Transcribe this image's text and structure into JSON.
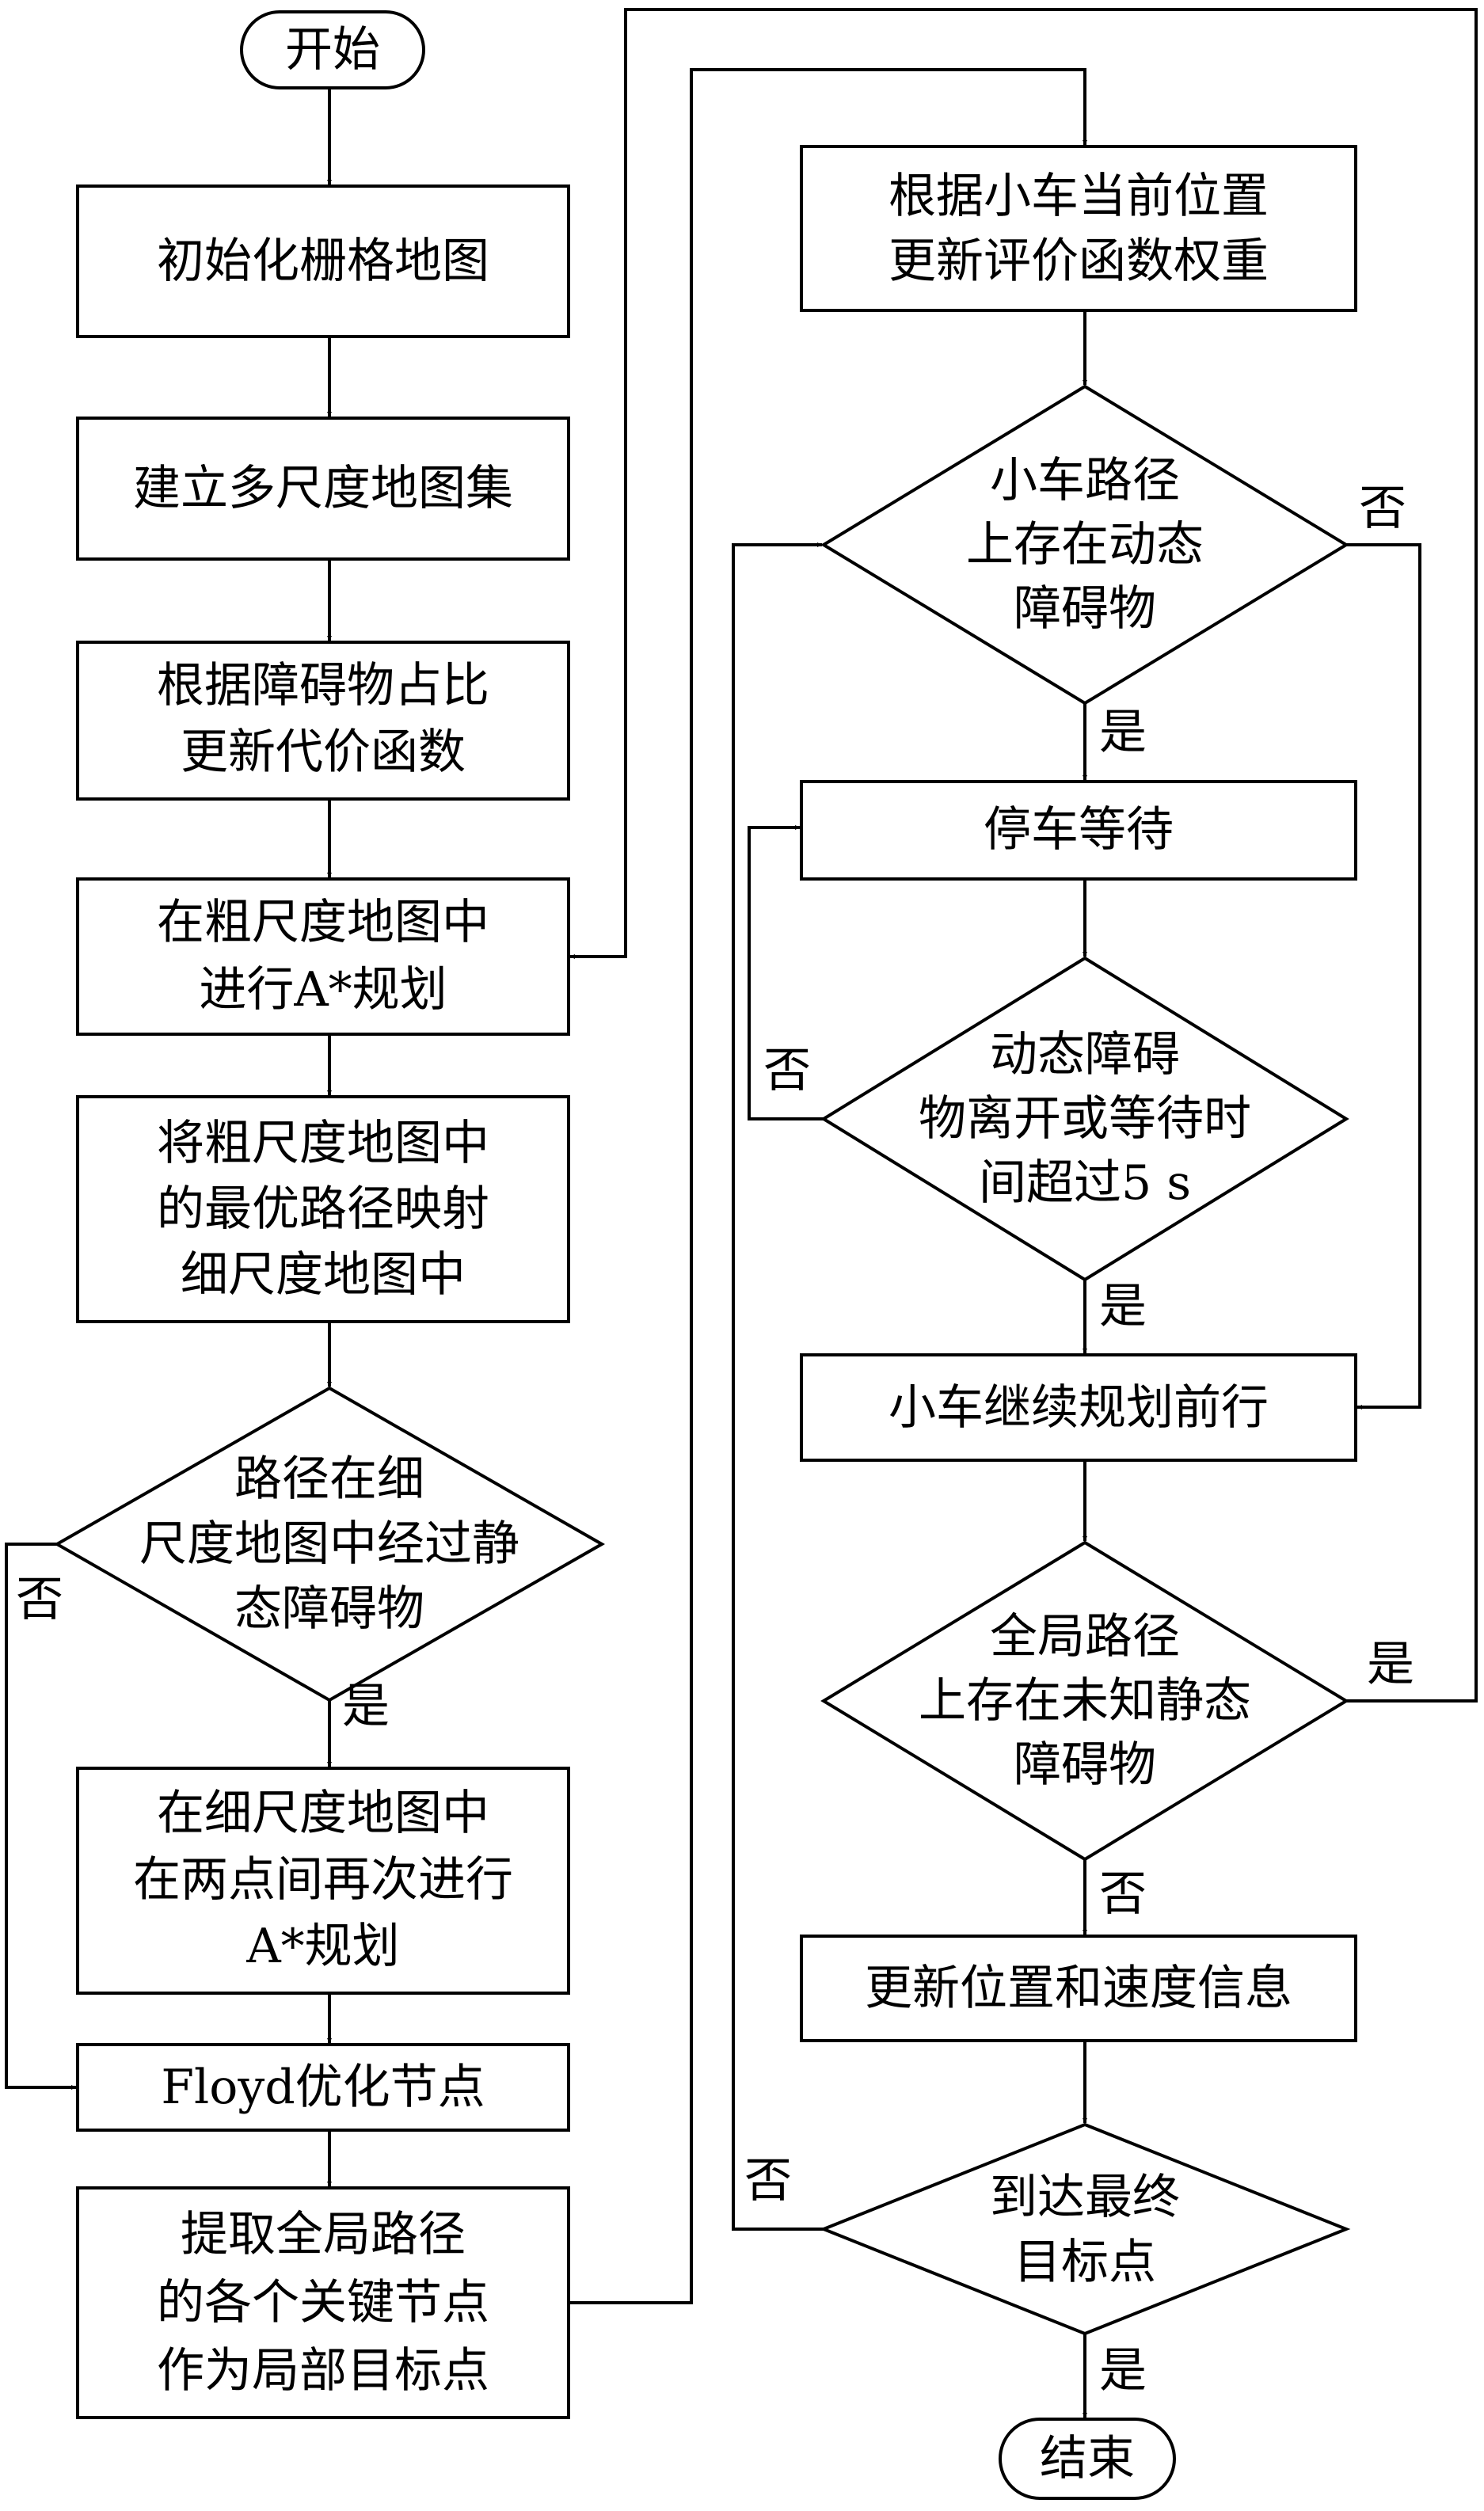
{
  "diagram": {
    "start": "开始",
    "end": "结束",
    "left_column": {
      "init_map": "初始化栅格地图",
      "build_multiscale": "建立多尺度地图集",
      "update_cost": [
        "根据障碍物占比",
        "更新代价函数"
      ],
      "coarse_astar": [
        "在粗尺度地图中",
        "进行A*规划"
      ],
      "map_path": [
        "将粗尺度地图中",
        "的最优路径映射",
        "细尺度地图中"
      ],
      "static_check": [
        "路径在细",
        "尺度地图中经过静",
        "态障碍物"
      ],
      "fine_astar": [
        "在细尺度地图中",
        "在两点间再次进行",
        "A*规划"
      ],
      "floyd": "Floyd优化节点",
      "extract_keys": [
        "提取全局路径",
        "的各个关键节点",
        "作为局部目标点"
      ]
    },
    "right_column": {
      "update_weights": [
        "根据小车当前位置",
        "更新评价函数权重"
      ],
      "dynamic_check": [
        "小车路径",
        "上存在动态",
        "障碍物"
      ],
      "stop_wait": "停车等待",
      "wait_check": [
        "动态障碍",
        "物离开或等待时",
        "间超过5 s"
      ],
      "continue": "小车继续规划前行",
      "unknown_static_check": [
        "全局路径",
        "上存在未知静态",
        "障碍物"
      ],
      "update_state": "更新位置和速度信息",
      "reach_goal": [
        "到达最终",
        "目标点"
      ]
    },
    "labels": {
      "yes": "是",
      "no": "否"
    }
  }
}
